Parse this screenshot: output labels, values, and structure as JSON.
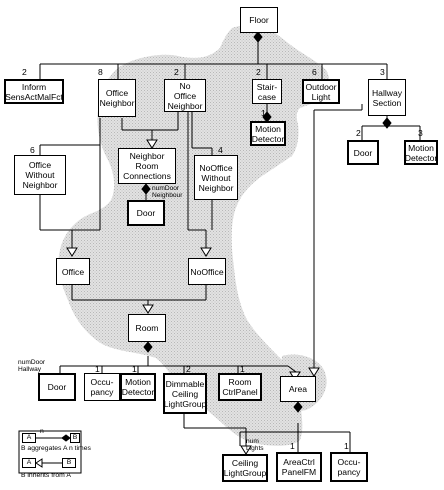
{
  "nodes": {
    "floor": "Floor",
    "inform": "Inform\nSensActMalFct",
    "office_neighbor": "Office\nNeighbor",
    "no_office_neighbor": "No\nOffice\nNeighbor",
    "staircase": "Stair-\ncase",
    "outdoor_light": "Outdoor\nLight",
    "hallway_section": "Hallway\nSection",
    "staircase_motion_detector": "Motion\nDetector",
    "hallway_door": "Door",
    "hallway_motion_detector": "Motion\nDetector",
    "neighbor_room_connections": "Neighbor\nRoom\nConnections",
    "connections_door": "Door",
    "office_without_neighbor": "Office\nWithout\nNeighbor",
    "nooffice_without_neighbor": "NoOffice\nWithout\nNeighbor",
    "office": "Office",
    "nooffice": "NoOffice",
    "room": "Room",
    "room_door": "Door",
    "occupancy": "Occu-\npancy",
    "room_motion_detector": "Motion\nDetector",
    "dimmable_ceiling_lightgroup": "Dimmable\nCeiling\nLightGroup",
    "room_ctrl_panel": "Room\nCtrlPanel",
    "area": "Area",
    "ceiling_lightgroup": "Ceiling\nLightGroup",
    "area_ctrl_panel": "AreaCtrl\nPanelFM",
    "area_occupancy": "Occu-\npancy"
  },
  "multiplicities": {
    "inform": "2",
    "office_neighbor": "8",
    "no_office_neighbor": "2",
    "staircase": "2",
    "outdoor_light": "6",
    "hallway_section": "3",
    "staircase_motion_detector": "1",
    "hallway_door": "2",
    "hallway_motion_detector": "3",
    "office_without_neighbor": "6",
    "nooffice_without_neighbor": "4",
    "occupancy": "1",
    "room_motion_detector": "1",
    "dimmable_ceiling_lightgroup": "2",
    "room_ctrl_panel": "1",
    "area_ctrl_panel": "1",
    "area_occupancy": "1"
  },
  "role_labels": {
    "connections_door": "numDoor\nNeighbour",
    "room_door": "numDoor\nHallway",
    "ceiling_lightgroup": "num\nLights"
  },
  "legend": {
    "aggregation": {
      "a": "A",
      "b": "B",
      "n": "n",
      "text": "B aggregates A n times"
    },
    "inheritance": {
      "a": "A",
      "b": "B",
      "text": "B inherits from A"
    }
  },
  "colors": {
    "highlight": "#d3d3d3",
    "line": "#000000",
    "box": "#ffffff"
  }
}
